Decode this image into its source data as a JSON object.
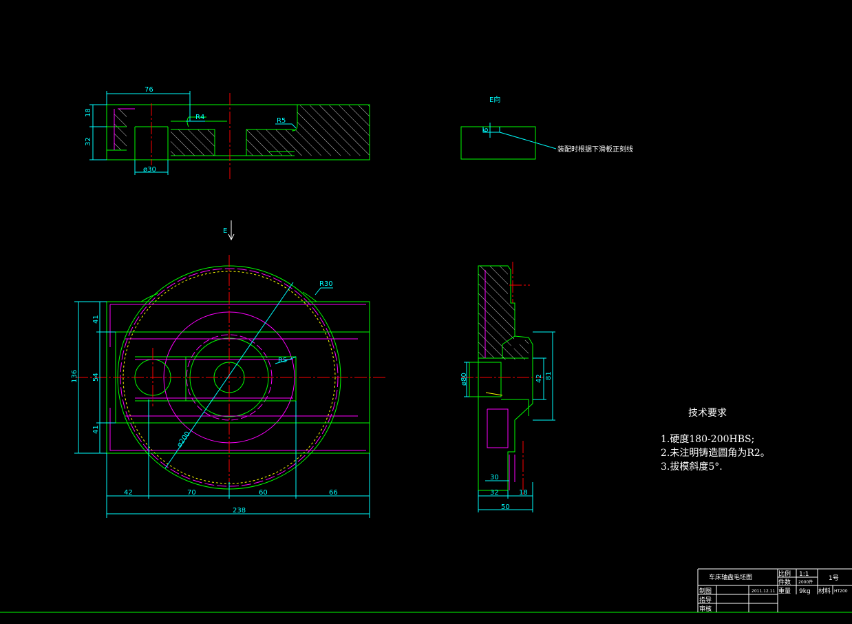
{
  "top_view": {
    "dims": {
      "d76": "76",
      "d18": "18",
      "d32": "32",
      "phi30": "ø30",
      "r4": "R4",
      "r5": "R5"
    }
  },
  "e_view": {
    "title": "E向",
    "dim6": "6",
    "leader_note": "装配时根据下滑板正刻线"
  },
  "front_view": {
    "arrow_label": "E",
    "dims": {
      "r30": "R30",
      "r5": "R5",
      "phi200": "ø200",
      "d41a": "41",
      "d54": "54",
      "d41b": "41",
      "d136": "136",
      "d42": "42",
      "d70": "70",
      "d60": "60",
      "d66": "66",
      "d238": "238"
    }
  },
  "side_view": {
    "dims": {
      "phi80": "ø80",
      "d42": "42",
      "d81": "81",
      "d30": "30",
      "d32": "32",
      "d18": "18",
      "d50": "50"
    }
  },
  "tech_requirements": {
    "title": "技术要求",
    "items": [
      "1.硬度180-200HBS;",
      "2.未注明铸造圆角为R2。",
      "3.拔模斜度5°."
    ]
  },
  "title_block": {
    "drawing_name": "车床轴盘毛坯图",
    "scale_label": "比例",
    "scale_value": "1:1",
    "qty_label": "件数",
    "qty_value": "2000件",
    "sheet": "1号",
    "drawn_label": "制图",
    "date": "2011.12.11",
    "weight_label": "重量",
    "weight_value": "9kg",
    "material_label": "材料",
    "material_value": "HT200",
    "instructor_label": "指导",
    "review_label": "审核"
  }
}
